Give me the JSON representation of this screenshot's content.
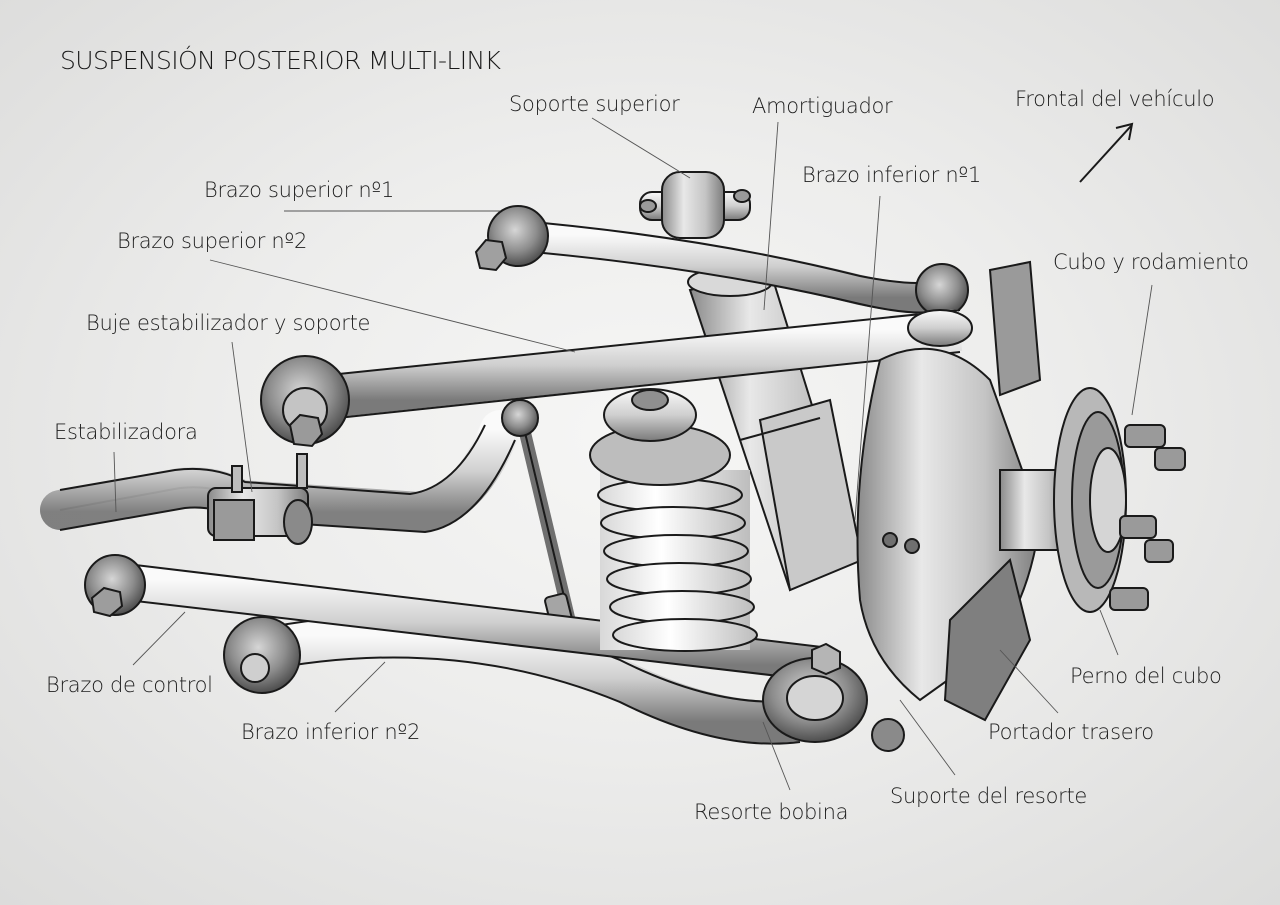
{
  "title": "SUSPENSIÓN POSTERIOR MULTI-LINK",
  "orientation": {
    "label": "Frontal del vehículo",
    "icon": "arrow-up-right-icon"
  },
  "labels": {
    "soporte_superior": "Soporte superior",
    "amortiguador": "Amortiguador",
    "brazo_superior_1": "Brazo superior nº1",
    "brazo_superior_2": "Brazo superior nº2",
    "brazo_inferior_1": "Brazo inferior nº1",
    "cubo_rodamiento": "Cubo y rodamiento",
    "buje_estabilizador": "Buje estabilizador y soporte",
    "estabilizadora": "Estabilizadora",
    "brazo_control": "Brazo de control",
    "brazo_inferior_2": "Brazo inferior nº2",
    "resorte_bobina": "Resorte bobina",
    "suporte_resorte": "Suporte del resorte",
    "portador_trasero": "Portador trasero",
    "perno_cubo": "Perno del cubo"
  },
  "colors": {
    "background": "#e6e6e5",
    "metal_light": "#f2f2f2",
    "metal_mid": "#b9b9b9",
    "metal_dark": "#6e6e6e",
    "outline": "#1a1a1a",
    "leader": "#555555"
  }
}
